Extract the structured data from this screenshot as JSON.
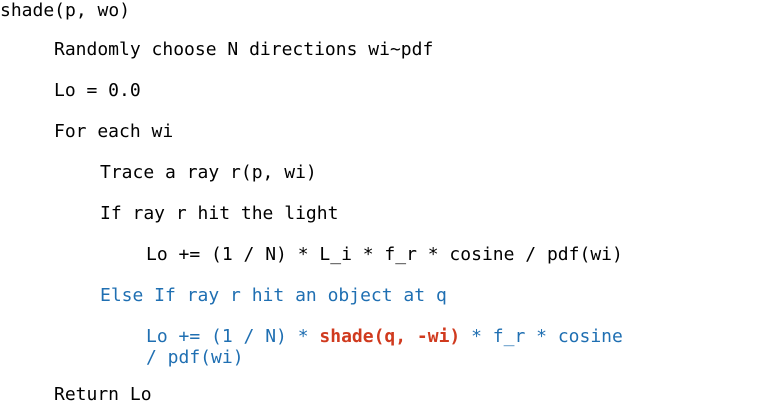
{
  "colors": {
    "text": "#000000",
    "recursion_branch": "#1f6fb2",
    "recursive_call": "#d03a1e"
  },
  "code": {
    "signature": "shade(p, wo)",
    "sample_dirs": "Randomly choose N directions wi~pdf",
    "init": "Lo = 0.0",
    "loop": "For each wi",
    "trace": "Trace a ray r(p, wi)",
    "if_light": "If ray r hit the light",
    "direct": "Lo += (1 / N) * L_i * f_r * cosine / pdf(wi)",
    "else_if_object": "Else If ray r hit an object at q",
    "indirect_prefix": "Lo += (1 / N) * ",
    "indirect_call": "shade(q, -wi)",
    "indirect_suffix": " * f_r * cosine",
    "indirect_continuation": "/ pdf(wi)",
    "return": "Return Lo"
  }
}
